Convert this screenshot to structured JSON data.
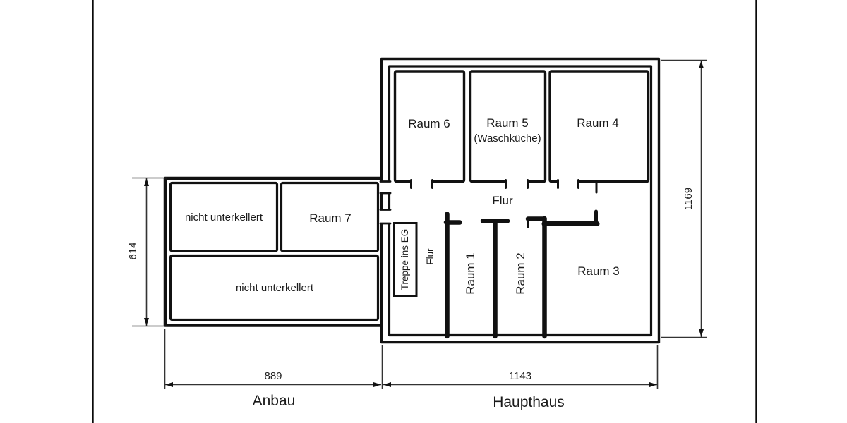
{
  "plan": {
    "haupthaus": {
      "name_label": "Haupthaus",
      "width_dim": "1143",
      "height_dim": "1169",
      "rooms": {
        "raum6": {
          "label": "Raum 6"
        },
        "raum5": {
          "label": "Raum 5",
          "sublabel": "(Waschküche)"
        },
        "raum4": {
          "label": "Raum 4"
        },
        "raum3": {
          "label": "Raum 3"
        },
        "raum2": {
          "label": "Raum 2"
        },
        "raum1": {
          "label": "Raum 1"
        },
        "flur_main": {
          "label": "Flur"
        },
        "flur_side": {
          "label": "Flur"
        },
        "treppe": {
          "label": "Treppe ins EG"
        }
      }
    },
    "anbau": {
      "name_label": "Anbau",
      "width_dim": "889",
      "height_dim": "614",
      "rooms": {
        "nicht_unterkellert_top": {
          "label": "nicht unterkellert"
        },
        "raum7": {
          "label": "Raum 7"
        },
        "nicht_unterkellert_bottom": {
          "label": "nicht unterkellert"
        }
      }
    },
    "colors": {
      "line": "#111111",
      "text": "#1a1a1a",
      "background": "#ffffff"
    }
  }
}
